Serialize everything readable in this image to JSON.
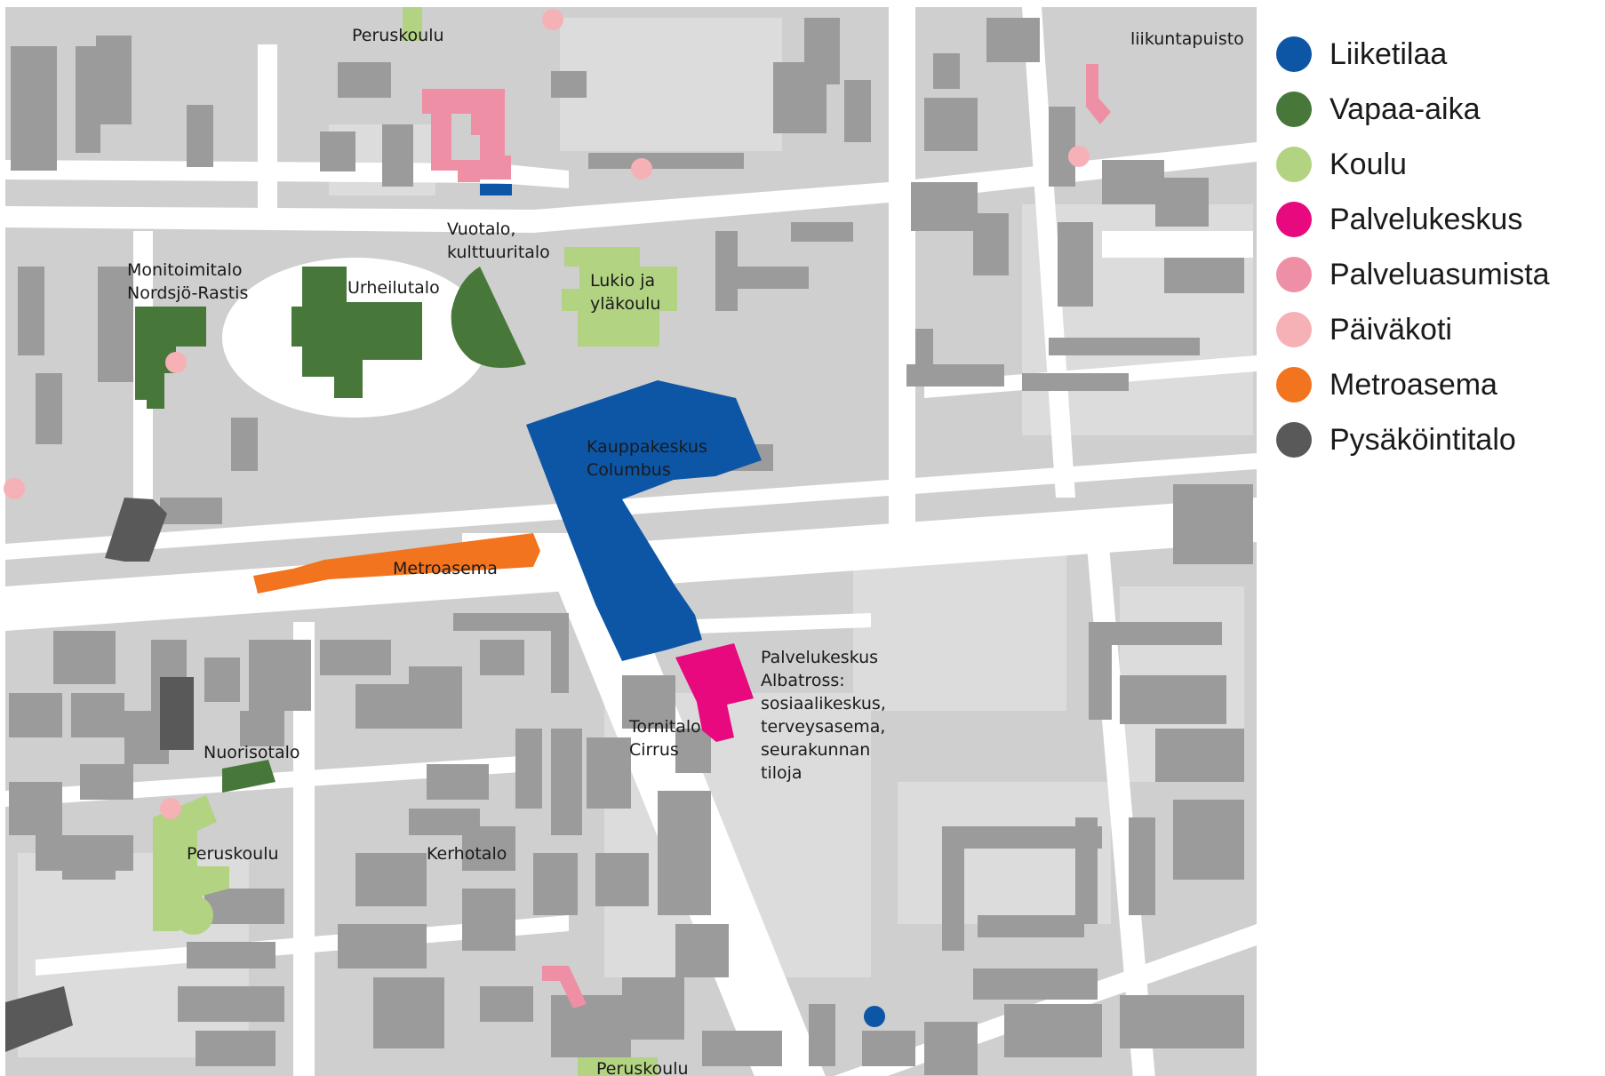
{
  "legend": {
    "items": [
      {
        "label": "Liiketilaa",
        "color": "#0d56a6"
      },
      {
        "label": "Vapaa-aika",
        "color": "#47783a"
      },
      {
        "label": "Koulu",
        "color": "#b2d382"
      },
      {
        "label": "Palvelukeskus",
        "color": "#e8097f"
      },
      {
        "label": "Palveluasumista",
        "color": "#ef8fa5"
      },
      {
        "label": "Päiväkoti",
        "color": "#f6b1b6"
      },
      {
        "label": "Metroasema",
        "color": "#f2741f"
      },
      {
        "label": "Pysäköintitalo",
        "color": "#595959"
      }
    ]
  },
  "map_colors": {
    "background": "#cfcfcf",
    "open_space": "#dcdcdc",
    "street": "#ffffff",
    "building": "#9b9b9b"
  },
  "labels": {
    "peruskoulu_north": "Peruskoulu",
    "liikuntapuisto": "liikuntapuisto",
    "vuotalo_1": "Vuotalo,",
    "vuotalo_2": "kulttuuritalo",
    "monitoimitalo_1": "Monitoimitalo",
    "monitoimitalo_2": "Nordsjö-Rastis",
    "urheilutalo": "Urheilutalo",
    "lukio_1": "Lukio ja",
    "lukio_2": "yläkoulu",
    "kauppakeskus_1": "Kauppakeskus",
    "kauppakeskus_2": "Columbus",
    "metroasema": "Metroasema",
    "palvelukeskus_1": "Palvelukeskus",
    "palvelukeskus_2": "Albatross:",
    "palvelukeskus_3": "sosiaalikeskus,",
    "palvelukeskus_4": "terveysasema,",
    "palvelukeskus_5": "seurakunnan",
    "palvelukeskus_6": "tiloja",
    "tornitalo_1": "Tornitalo",
    "tornitalo_2": "Cirrus",
    "nuorisotalo": "Nuorisotalo",
    "peruskoulu_west": "Peruskoulu",
    "kerhotalo": "Kerhotalo",
    "peruskoulu_south": "Peruskoulu"
  }
}
